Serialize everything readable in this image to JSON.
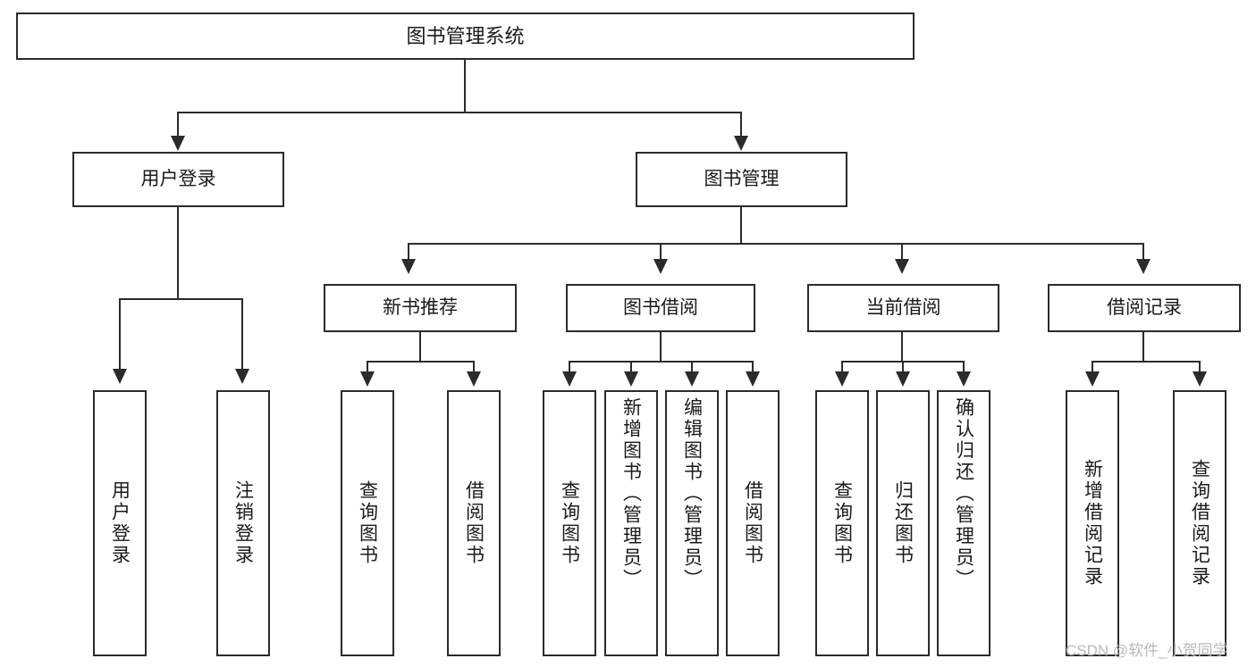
{
  "diagram": {
    "type": "tree-hierarchy-diagram",
    "title": "图书管理系统",
    "style": {
      "background": "#ffffff",
      "box_border": "#2b2b2b",
      "box_fill": "#ffffff",
      "text": "#1a1a1a",
      "connector": "#2b2b2b",
      "watermark": "#b9b9b9"
    },
    "root": {
      "label": "图书管理系统",
      "children": [
        {
          "label": "用户登录",
          "children": [
            {
              "label": "用户登录"
            },
            {
              "label": "注销登录"
            }
          ]
        },
        {
          "label": "图书管理",
          "children": [
            {
              "label": "新书推荐",
              "children": [
                {
                  "label": "查询图书"
                },
                {
                  "label": "借阅图书"
                }
              ]
            },
            {
              "label": "图书借阅",
              "children": [
                {
                  "label": "查询图书"
                },
                {
                  "label": "新增图书（管理员）"
                },
                {
                  "label": "编辑图书（管理员）"
                },
                {
                  "label": "借阅图书"
                }
              ]
            },
            {
              "label": "当前借阅",
              "children": [
                {
                  "label": "查询图书"
                },
                {
                  "label": "归还图书"
                },
                {
                  "label": "确认归还（管理员）"
                }
              ]
            },
            {
              "label": "借阅记录",
              "children": [
                {
                  "label": "新增借阅记录"
                },
                {
                  "label": "查询借阅记录"
                }
              ]
            }
          ]
        }
      ]
    }
  },
  "watermark": {
    "text": "CSDN @软件_小贺同学"
  }
}
